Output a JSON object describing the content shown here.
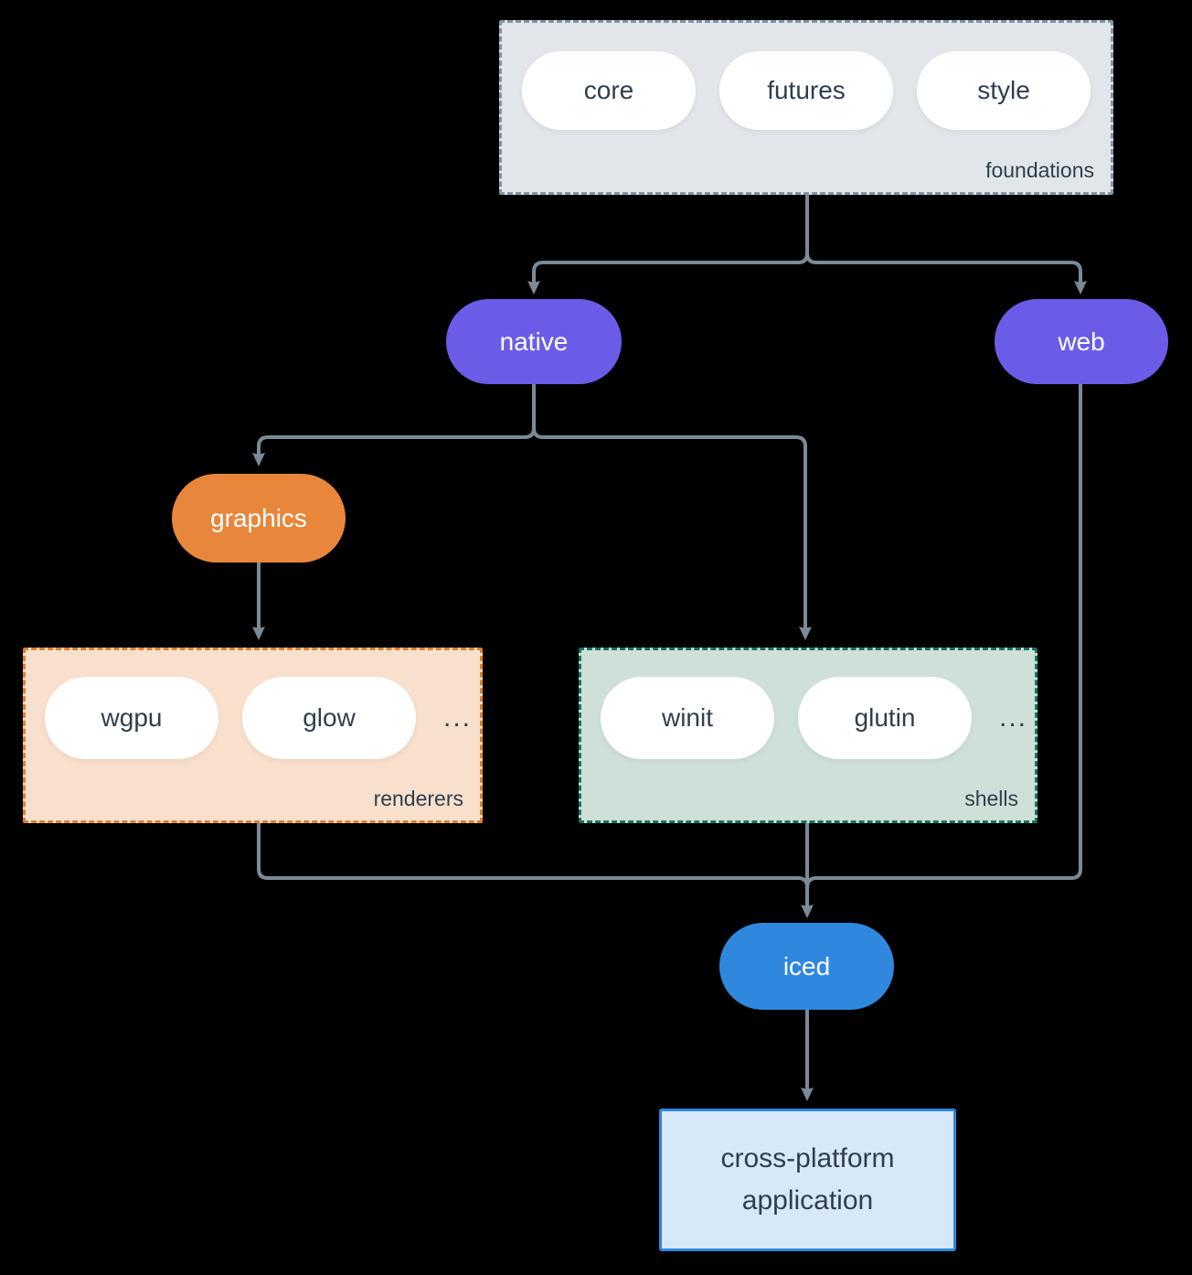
{
  "colors": {
    "background": "#000000",
    "connector": "#7b8a97",
    "purple": "#6b5ce7",
    "orange": "#e8873c",
    "blue": "#2f88dd",
    "dark_text": "#2f3e4e",
    "white": "#ffffff",
    "foundations_fill": "#e2e6ea",
    "foundations_border": "#8295a3",
    "renderers_fill": "#f8e0cd",
    "renderers_border": "#df7e2e",
    "shells_fill": "#cfe0d9",
    "shells_border": "#17735f",
    "app_fill": "#d7e9f9",
    "app_border": "#2e86de"
  },
  "groups": {
    "foundations": {
      "label": "foundations",
      "pills": [
        "core",
        "futures",
        "style"
      ]
    },
    "renderers": {
      "label": "renderers",
      "pills": [
        "wgpu",
        "glow"
      ],
      "ellipsis": "..."
    },
    "shells": {
      "label": "shells",
      "pills": [
        "winit",
        "glutin"
      ],
      "ellipsis": "..."
    }
  },
  "nodes": {
    "native": "native",
    "web": "web",
    "graphics": "graphics",
    "iced": "iced",
    "application": "cross-platform application"
  }
}
